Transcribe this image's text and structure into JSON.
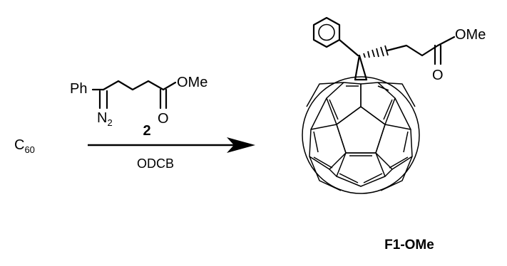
{
  "reactant": {
    "base": "C",
    "subscript": "60"
  },
  "reagent": {
    "phenyl": "Ph",
    "diazo_base": "N",
    "diazo_subscript": "2",
    "carbonyl_oxygen": "O",
    "ester": "OMe",
    "compound_number": "2",
    "solvent": "ODCB"
  },
  "product": {
    "carbonyl_oxygen": "O",
    "ester": "OMe",
    "name": "F1-OMe"
  }
}
